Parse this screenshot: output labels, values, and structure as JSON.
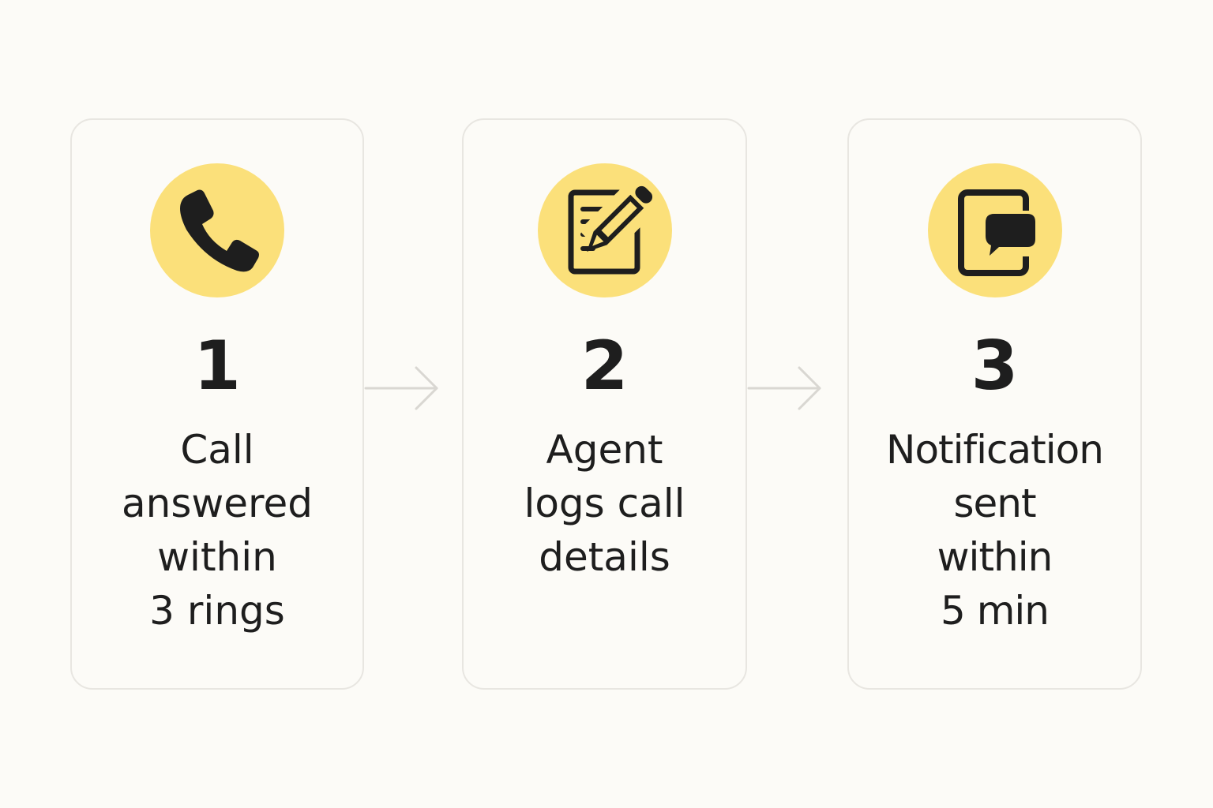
{
  "steps": [
    {
      "number": "1",
      "text": "Call\nanswered\nwithin\n3 rings",
      "icon": "phone-icon"
    },
    {
      "number": "2",
      "text": "Agent\nlogs call\ndetails",
      "icon": "document-pencil-icon"
    },
    {
      "number": "3",
      "text": "Notification\nsent\nwithin\n5 min",
      "icon": "notification-message-icon"
    }
  ],
  "colors": {
    "background": "#fcfbf7",
    "card_border": "#e8e6e1",
    "icon_circle": "#fbe07a",
    "icon": "#1e1e1e",
    "text": "#1e1e1e",
    "arrow": "#d9d7d2"
  }
}
